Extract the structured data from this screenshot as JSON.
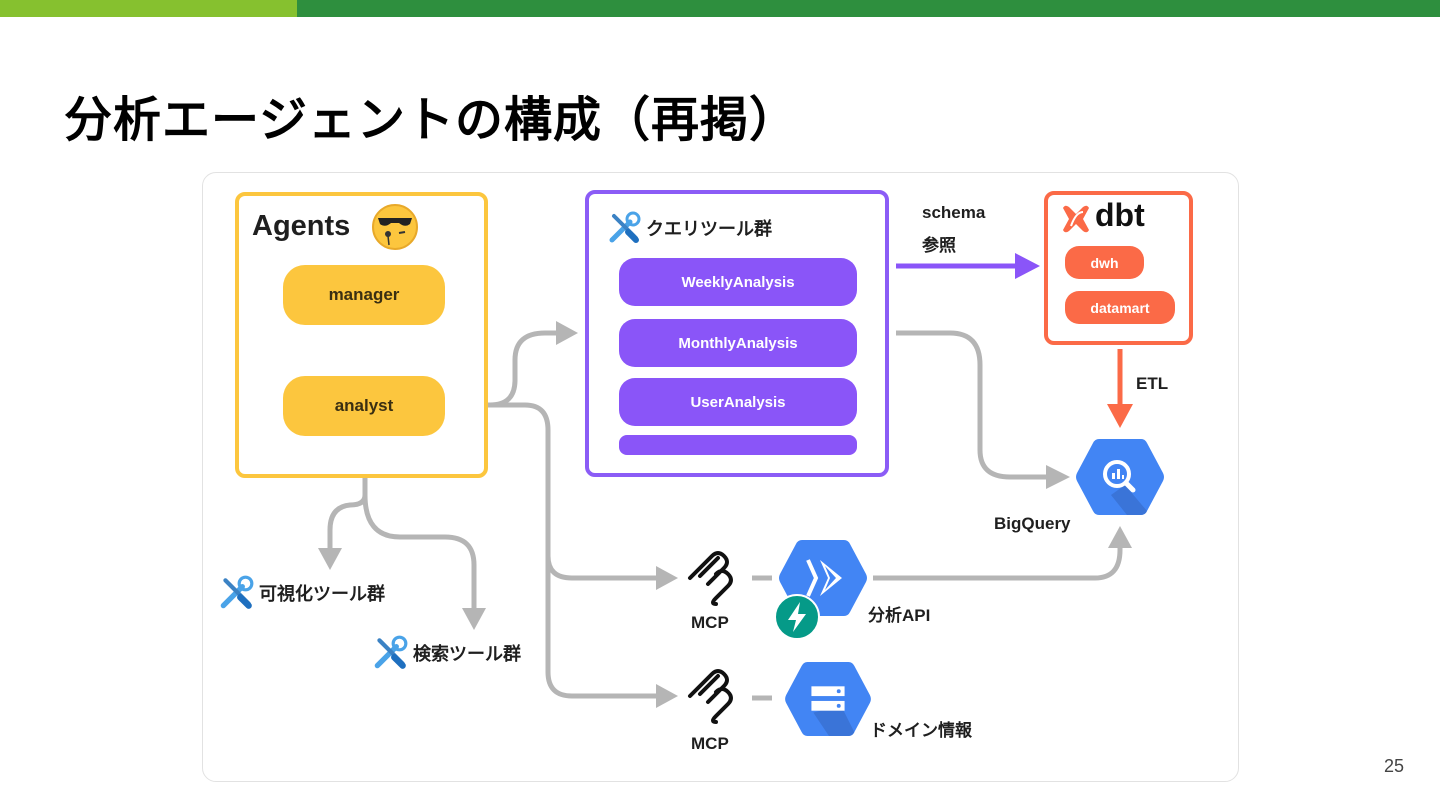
{
  "slide": {
    "title": "分析エージェントの構成（再掲）",
    "page_number": "25",
    "accent_colors": {
      "bar_light": "#86c12f",
      "bar_dark": "#2e8f3e"
    }
  },
  "diagram": {
    "agents": {
      "title": "Agents",
      "icon": "sunglasses-emoji-icon",
      "border_color": "#fcc63e",
      "nodes": [
        "manager",
        "analyst"
      ]
    },
    "query_tools": {
      "title": "クエリツール群",
      "icon": "tools-icon",
      "border_color": "#8b5cf6",
      "items": [
        "WeeklyAnalysis",
        "MonthlyAnalysis",
        "UserAnalysis",
        ""
      ]
    },
    "schema_edge": {
      "line1": "schema",
      "line2": "参照"
    },
    "dbt": {
      "title": "dbt",
      "icon": "dbt-logo-icon",
      "border_color": "#fb6a47",
      "items": [
        "dwh",
        "datamart"
      ]
    },
    "etl_edge": {
      "label": "ETL"
    },
    "bigquery": {
      "label": "BigQuery",
      "icon": "bigquery-icon"
    },
    "viz_tools": {
      "label": "可視化ツール群",
      "icon": "tools-icon"
    },
    "search_tools": {
      "label": "検索ツール群",
      "icon": "tools-icon"
    },
    "mcp_api": {
      "mcp_label": "MCP",
      "service_label": "分析API",
      "icons": [
        "mcp-icon",
        "cloud-run-icon",
        "fastapi-icon"
      ]
    },
    "mcp_domain": {
      "mcp_label": "MCP",
      "service_label": "ドメイン情報",
      "icons": [
        "mcp-icon",
        "cloud-storage-icon"
      ]
    }
  }
}
